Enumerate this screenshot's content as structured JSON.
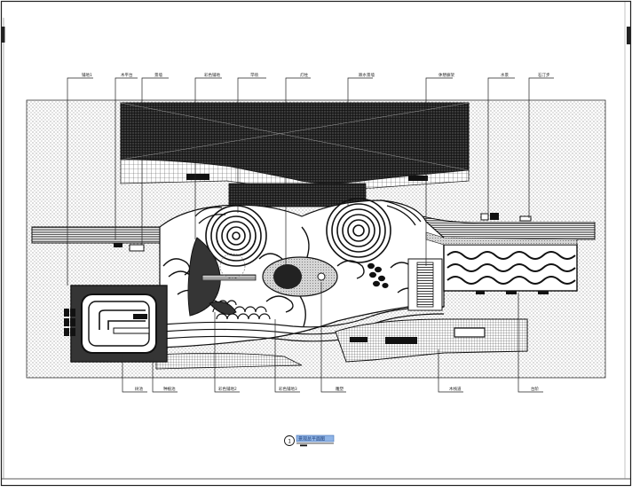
{
  "drawing": {
    "top_labels": [
      "铺地1",
      "木平台",
      "景墙",
      "彩色铺地",
      "旱喷",
      "灯柱",
      "跌水景墙",
      "休憩廊架",
      "水景",
      "石汀步"
    ],
    "bottom_labels": [
      "树池",
      "种植池",
      "彩色铺地2",
      "彩色铺地3",
      "雕塑",
      "木栈道",
      "台阶"
    ],
    "title_block": {
      "number": "1",
      "title": "景观总平面图"
    }
  }
}
